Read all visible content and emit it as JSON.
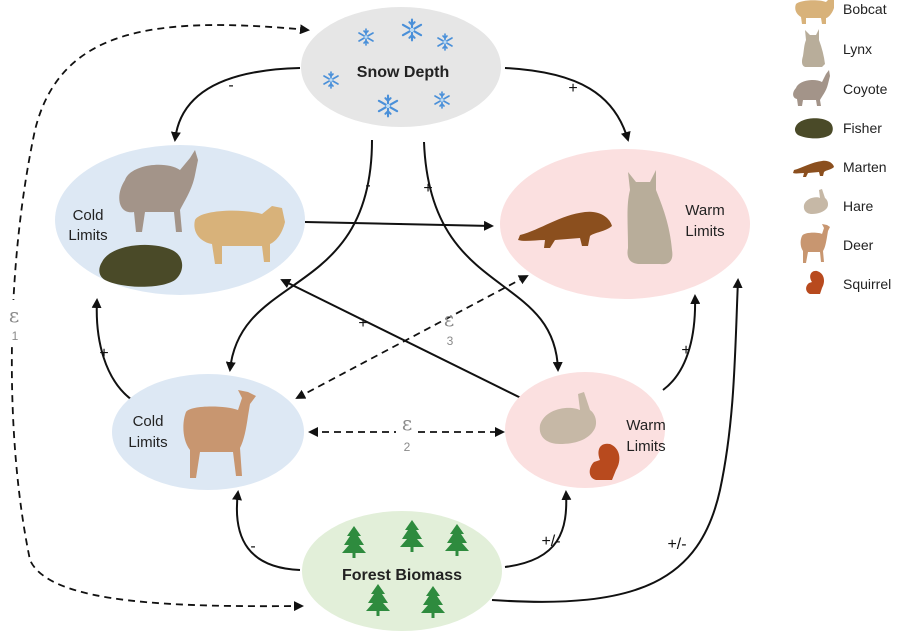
{
  "nodes": {
    "snow": {
      "label": "Snow Depth",
      "fill": "#e6e6e6"
    },
    "carnivore_cold": {
      "line1": "Cold",
      "line2": "Limits",
      "fill": "#dde8f4"
    },
    "carnivore_warm": {
      "line1": "Warm",
      "line2": "Limits",
      "fill": "#fbe0e0"
    },
    "herbivore_cold": {
      "line1": "Cold",
      "line2": "Limits",
      "fill": "#dde8f4"
    },
    "herbivore_warm": {
      "line1": "Warm",
      "line2": "Limits",
      "fill": "#fbe0e0"
    },
    "forest": {
      "label": "Forest Biomass",
      "fill": "#e2efd9"
    }
  },
  "edges": {
    "snow_to_carnivore_cold": "-",
    "snow_to_carnivore_warm": "+",
    "snow_to_herbivore_cold": "-",
    "snow_to_herbivore_warm": "+",
    "carnivore_cold_to_warm": "-",
    "herbivore_cold_to_carnivore_cold": "+",
    "herbivore_warm_to_carnivore_cold": "+",
    "herbivore_warm_to_carnivore_warm": "+",
    "forest_to_herbivore_cold": "-",
    "forest_to_herbivore_warm": "+/-",
    "forest_to_carnivore_warm": "+/-"
  },
  "errors": {
    "e1": {
      "symbol": "ε",
      "index": "1"
    },
    "e2": {
      "symbol": "ε",
      "index": "2"
    },
    "e3": {
      "symbol": "ε",
      "index": "3"
    }
  },
  "legend": [
    {
      "label": "Bobcat",
      "icon": "bobcat-icon"
    },
    {
      "label": "Lynx",
      "icon": "lynx-icon"
    },
    {
      "label": "Coyote",
      "icon": "coyote-icon"
    },
    {
      "label": "Fisher",
      "icon": "fisher-icon"
    },
    {
      "label": "Marten",
      "icon": "marten-icon"
    },
    {
      "label": "Hare",
      "icon": "hare-icon"
    },
    {
      "label": "Deer",
      "icon": "deer-icon"
    },
    {
      "label": "Squirrel",
      "icon": "squirrel-icon"
    }
  ],
  "colors": {
    "cold": "#dde8f4",
    "warm": "#fbe0e0",
    "snow": "#e6e6e6",
    "forest": "#e2efd9",
    "tree": "#2e8b3e",
    "snowflake": "#4a90d9"
  }
}
